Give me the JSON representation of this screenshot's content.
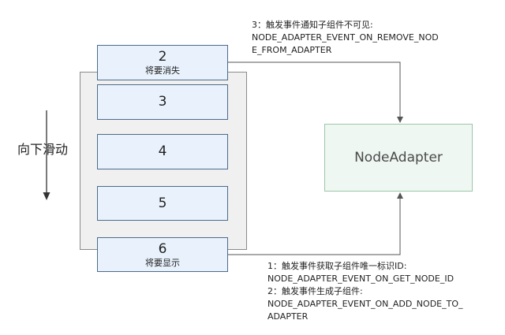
{
  "list_items": [
    {
      "number": "2",
      "caption": "将要消失"
    },
    {
      "number": "3",
      "caption": ""
    },
    {
      "number": "4",
      "caption": ""
    },
    {
      "number": "5",
      "caption": ""
    },
    {
      "number": "6",
      "caption": "将要显示"
    }
  ],
  "scroll_label": "向下滑动",
  "node_adapter_label": "NodeAdapter",
  "annotations": {
    "remove_line1": "3：触发事件通知子组件不可见:",
    "remove_line2": "NODE_ADAPTER_EVENT_ON_REMOVE_NOD",
    "remove_line3": "E_FROM_ADAPTER",
    "add_line1": "1：触发事件获取子组件唯一标识ID:",
    "add_line2": "NODE_ADAPTER_EVENT_ON_GET_NODE_ID",
    "add_line3": "2：触发事件生成子组件:",
    "add_line4": "NODE_ADAPTER_EVENT_ON_ADD_NODE_TO_",
    "add_line5": "ADAPTER"
  },
  "colors": {
    "item_fill": "#e9f2fc",
    "item_border": "#4c6b8c",
    "viewport_fill": "#f0f0f0",
    "node_fill": "#eef7f1",
    "node_border": "#9cc7aa",
    "connector": "#555555"
  }
}
